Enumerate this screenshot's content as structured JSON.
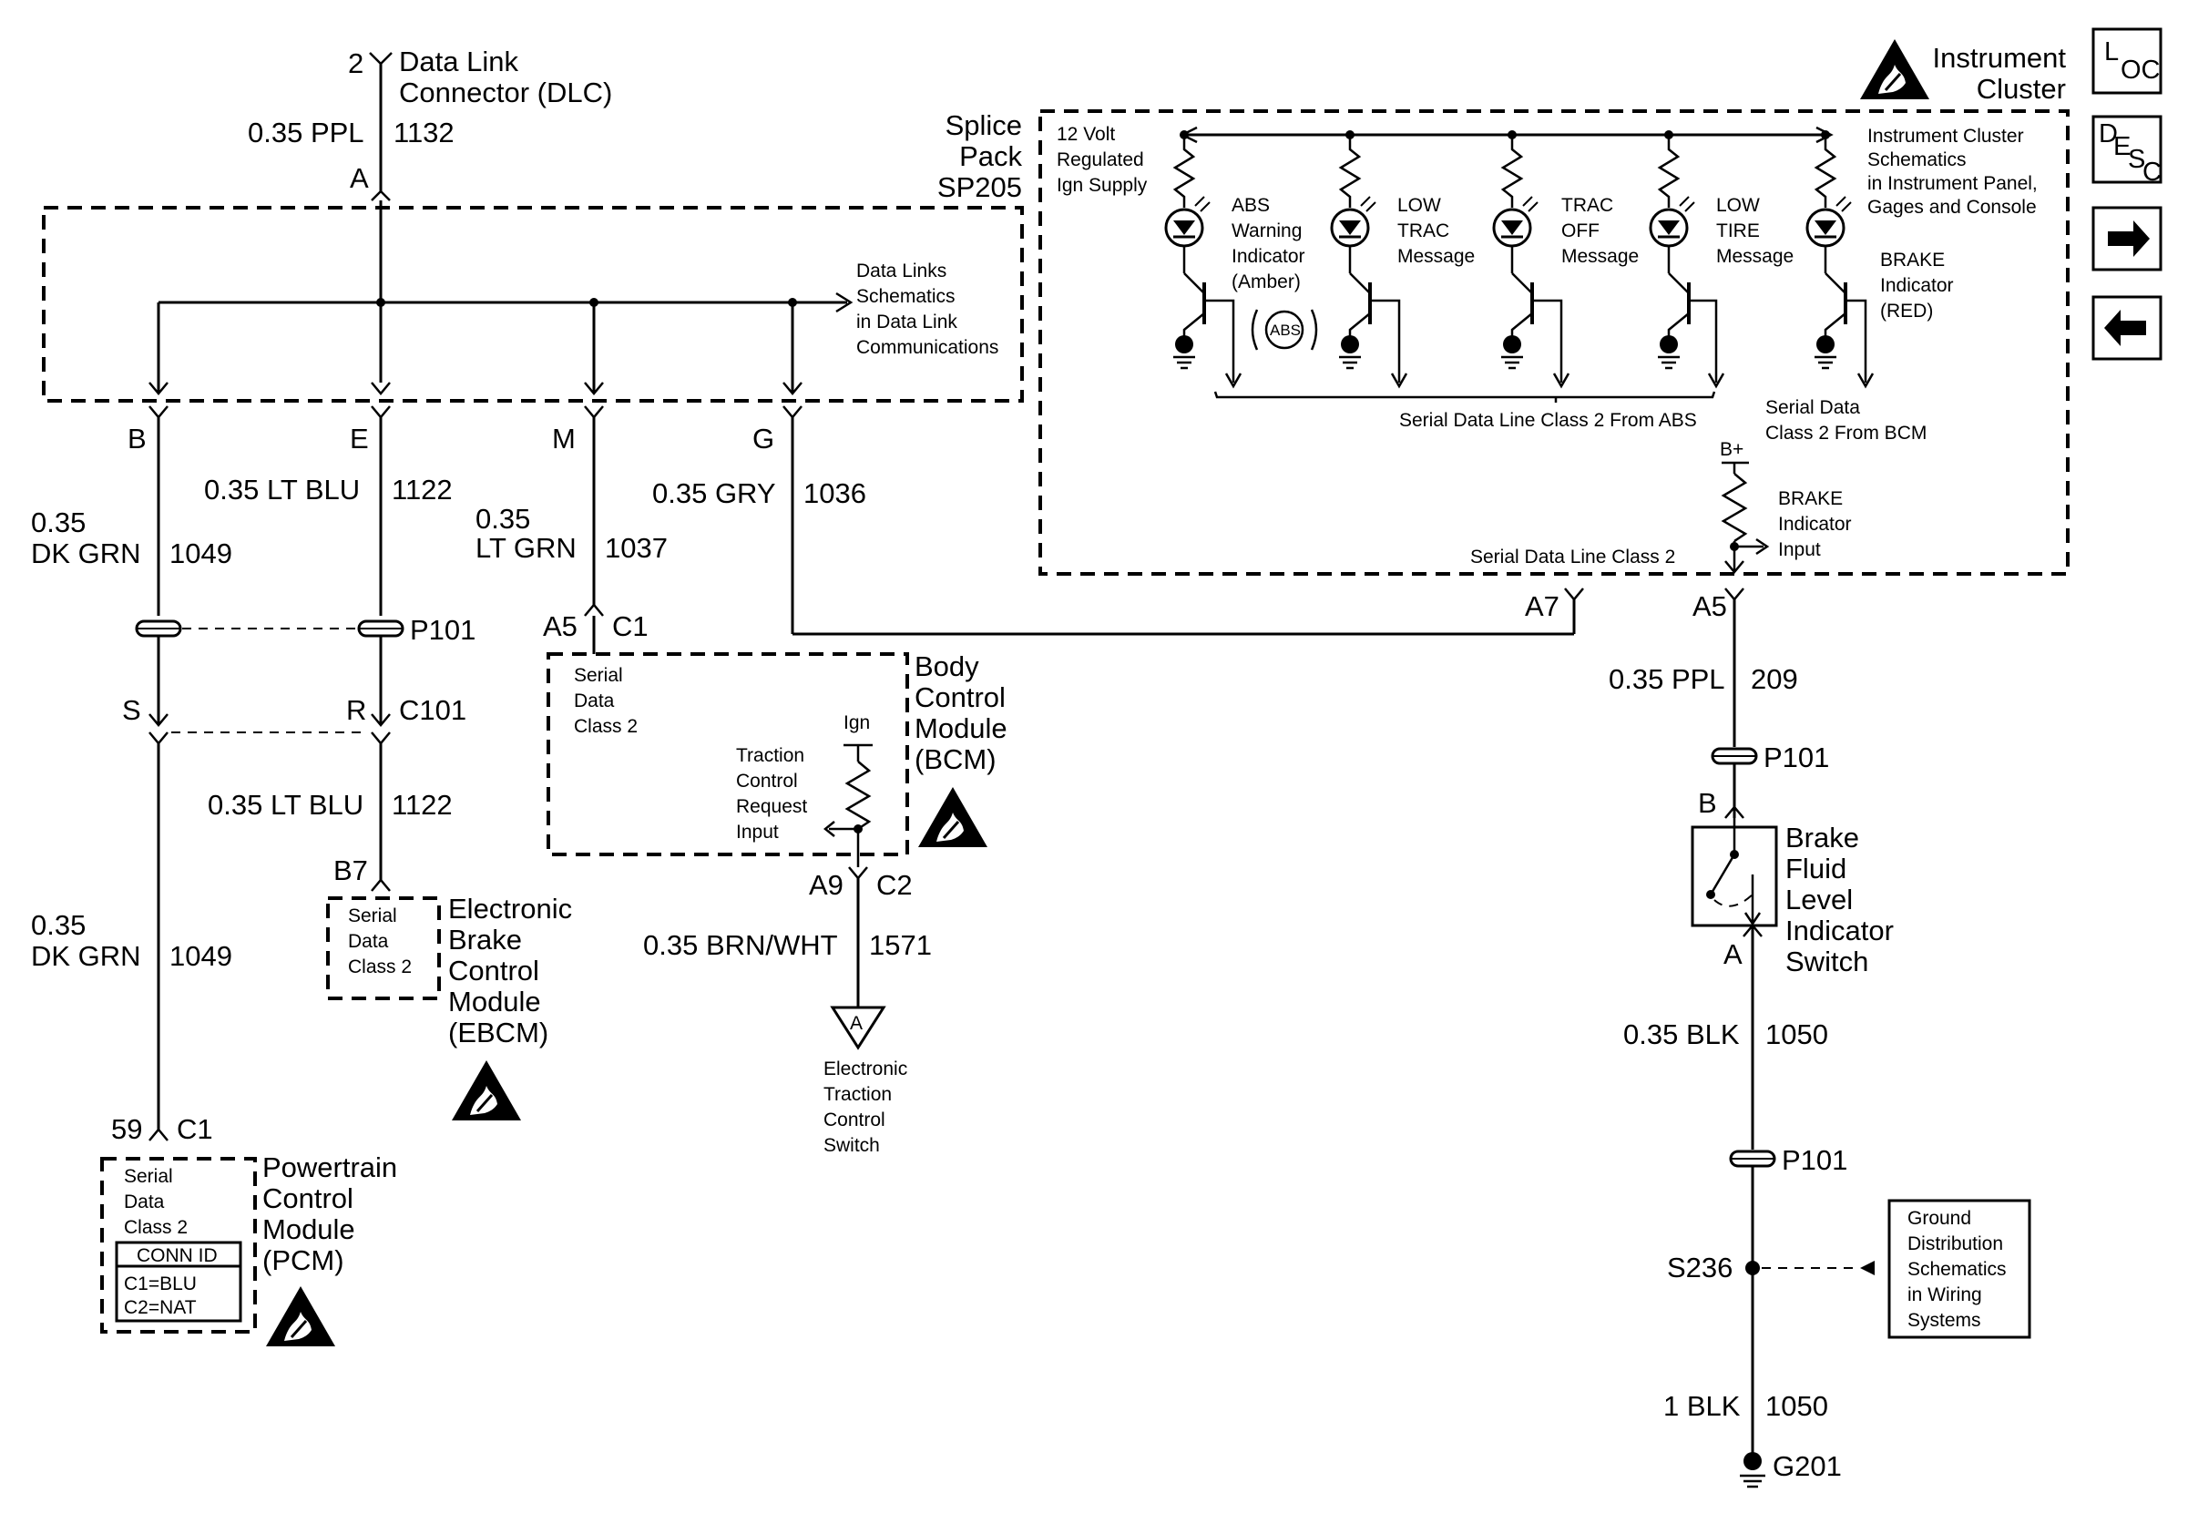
{
  "nav": {
    "loc": {
      "L": "L",
      "sub": "OC"
    },
    "desc": {
      "D": "D",
      "E": "E",
      "S": "S",
      "C": "C"
    }
  },
  "dlc": {
    "pin": "2",
    "name": [
      "Data Link",
      "Connector (DLC)"
    ],
    "wire": "0.35 PPL",
    "circuit": "1132",
    "term": "A"
  },
  "splice_pack": {
    "name": [
      "Splice",
      "Pack",
      "SP205"
    ],
    "ref": [
      "Data Links",
      "Schematics",
      "in Data Link",
      "Communications"
    ]
  },
  "branches": {
    "b": {
      "term": "B",
      "wire": [
        "0.35",
        "DK GRN"
      ],
      "circuit": "1049"
    },
    "e": {
      "term": "E",
      "wire": "0.35 LT BLU",
      "circuit": "1122"
    },
    "m": {
      "term": "M",
      "wire": [
        "0.35",
        "LT GRN"
      ],
      "circuit": "1037"
    },
    "g": {
      "term": "G",
      "wire": "0.35 GRY",
      "circuit": "1036"
    }
  },
  "p101_top": "P101",
  "c101": {
    "s": "S",
    "r": "R",
    "label": "C101"
  },
  "lower_left": {
    "wire_e": "0.35 LT BLU",
    "circuit_e": "1122",
    "wire_b": [
      "0.35",
      "DK GRN"
    ],
    "circuit_b": "1049"
  },
  "ebcm": {
    "pin": "B7",
    "inner": [
      "Serial",
      "Data",
      "Class 2"
    ],
    "name": [
      "Electronic",
      "Brake",
      "Control",
      "Module",
      "(EBCM)"
    ]
  },
  "pcm": {
    "pin": "59",
    "conn": "C1",
    "inner": [
      "Serial",
      "Data",
      "Class 2"
    ],
    "conn_id": "CONN ID",
    "c1": "C1=BLU",
    "c2": "C2=NAT",
    "name": [
      "Powertrain",
      "Control",
      "Module",
      "(PCM)"
    ]
  },
  "bcm": {
    "pin_in": "A5",
    "conn_in": "C1",
    "inner": [
      "Serial",
      "Data",
      "Class 2"
    ],
    "ign": "Ign",
    "traction": [
      "Traction",
      "Control",
      "Request",
      "Input"
    ],
    "name": [
      "Body",
      "Control",
      "Module",
      "(BCM)"
    ],
    "pin_out": "A9",
    "conn_out": "C2",
    "wire": "0.35 BRN/WHT",
    "circuit": "1571"
  },
  "traction_switch": {
    "symbol": "A",
    "name": [
      "Electronic",
      "Traction",
      "Control",
      "Switch"
    ]
  },
  "cluster": {
    "name": [
      "Instrument",
      "Cluster"
    ],
    "supply": [
      "12 Volt",
      "Regulated",
      "Ign Supply"
    ],
    "ref": [
      "Instrument Cluster",
      "Schematics",
      "in Instrument Panel,",
      "Gages and Console"
    ],
    "abs": [
      "ABS",
      "Warning",
      "Indicator",
      "(Amber)"
    ],
    "abs_symbol": "ABS",
    "low_trac": [
      "LOW",
      "TRAC",
      "Message"
    ],
    "trac_off": [
      "TRAC",
      "OFF",
      "Message"
    ],
    "low_tire": [
      "LOW",
      "TIRE",
      "Message"
    ],
    "brake": [
      "BRAKE",
      "Indicator",
      "(RED)"
    ],
    "serial_abs": "Serial Data Line Class 2 From ABS",
    "serial_bcm": [
      "Serial Data",
      "Class 2 From BCM"
    ],
    "bplus": "B+",
    "brake_input": [
      "BRAKE",
      "Indicator",
      "Input"
    ],
    "serial_line": "Serial Data Line Class 2",
    "pin_a7": "A7",
    "pin_a5": "A5"
  },
  "right": {
    "wire_209": "0.35 PPL",
    "circuit_209": "209",
    "p101a": "P101",
    "term_b": "B",
    "switch": [
      "Brake",
      "Fluid",
      "Level",
      "Indicator",
      "Switch"
    ],
    "term_a": "A",
    "wire_1050": "0.35 BLK",
    "circuit_1050": "1050",
    "p101b": "P101",
    "splice": "S236",
    "ground_ref": [
      "Ground",
      "Distribution",
      "Schematics",
      "in Wiring",
      "Systems"
    ],
    "wire_1050b": "1 BLK",
    "circuit_1050b": "1050",
    "ground": "G201"
  }
}
